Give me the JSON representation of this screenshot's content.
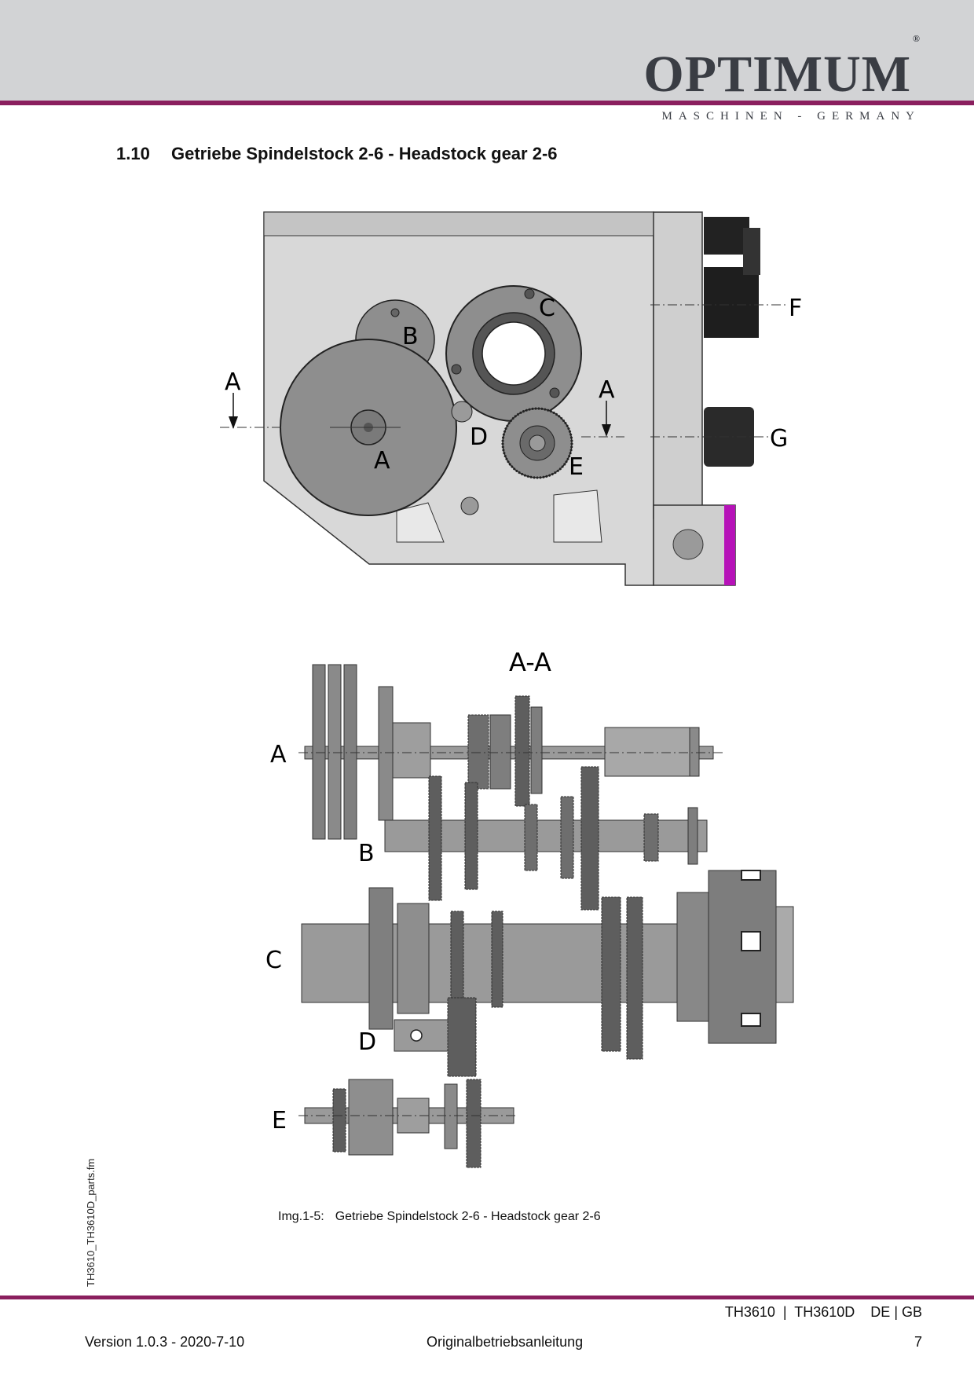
{
  "header": {
    "brand": "OPTIMUM",
    "registered": "®",
    "tagline": "MASCHINEN - GERMANY"
  },
  "section": {
    "number": "1.10",
    "title": "Getriebe Spindelstock 2-6 - Headstock gear 2-6"
  },
  "figure_top": {
    "labels": [
      "A",
      "B",
      "C",
      "D",
      "E",
      "F",
      "G",
      "A",
      "A"
    ]
  },
  "figure_bottom": {
    "title": "A-A",
    "labels": [
      "A",
      "B",
      "C",
      "D",
      "E"
    ]
  },
  "caption": {
    "label": "Img.1-5:",
    "text": "Getriebe Spindelstock 2-6 - Headstock gear 2-6"
  },
  "side_file": "TH3610_TH3610D_parts.fm",
  "footer": {
    "model": "TH3610  |  TH3610D    DE | GB",
    "version": "Version 1.0.3 - 2020-7-10",
    "center": "Originalbetriebsanleitung",
    "page": "7"
  },
  "colors": {
    "header_bg": "#d2d3d5",
    "accent": "#8a1f5e",
    "part_grey": "#8e8e8e"
  }
}
